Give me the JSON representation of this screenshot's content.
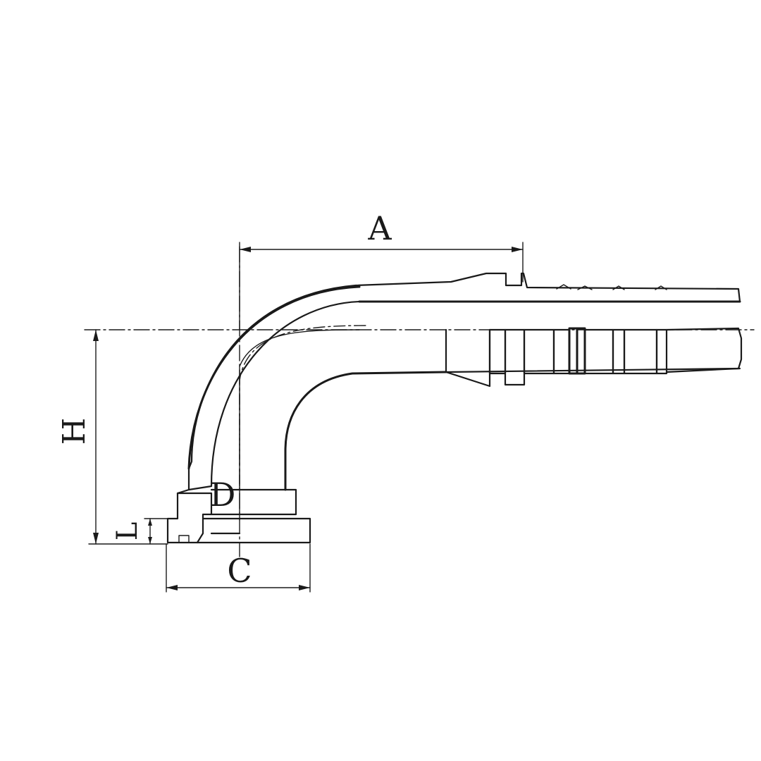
{
  "labels": {
    "A": "A",
    "H": "H",
    "L": "L",
    "D": "D",
    "C": "C"
  },
  "colors": {
    "line": "#1a1a1a",
    "background": "#ffffff"
  }
}
